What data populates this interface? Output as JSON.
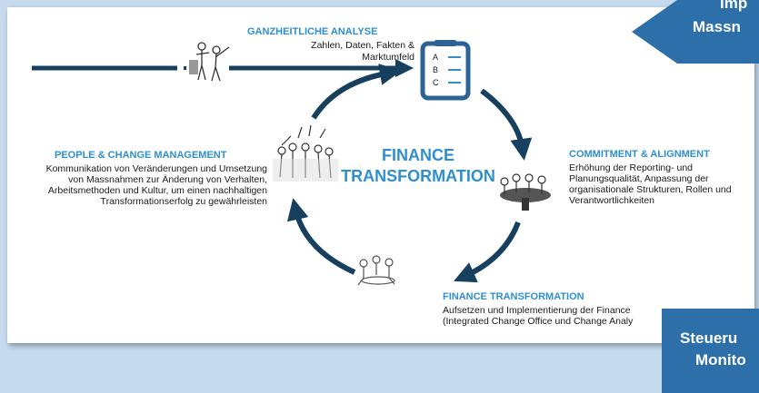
{
  "stages": [
    {
      "title": "GANZHEITLICHE ANALYSE",
      "desc": [
        "Zahlen, Daten, Fakten &",
        "Marktumfeld"
      ]
    },
    {
      "title": "COMMITMENT & ALIGNMENT",
      "desc": [
        "Erhöhung der Reporting- und",
        "Planungsqualität, Anpassung der",
        "organisationale Strukturen, Rollen und",
        "Verantwortlichkeiten"
      ]
    },
    {
      "title": "FINANCE TRANSFORMATION",
      "desc": [
        "Aufsetzen und Implementierung der Finance",
        "(Integrated Change Office und Change Analy"
      ]
    },
    {
      "title": "PEOPLE & CHANGE MANAGEMENT",
      "desc": [
        "Kommunikation von Veränderungen und Umsetzung",
        "von Massnahmen zur Änderung von Verhalten,",
        "Arbeitsmethoden und Kultur, um einen nachhaltigen",
        "Transformationserfolg zu gewährleisten"
      ]
    }
  ],
  "center": {
    "line1": "FINANCE",
    "line2": "TRANSFORMATION"
  },
  "checklist": {
    "items": [
      "A",
      "B",
      "C"
    ]
  },
  "callouts": {
    "top": [
      "Imp",
      "Massn"
    ],
    "bottom": [
      "Steueru",
      "Monito"
    ]
  },
  "colors": {
    "accent": "#2f8fce",
    "arrow": "#17405f",
    "callout": "#2c6fa9",
    "background": "#c6dcee"
  },
  "icons": [
    "people-pointing-icon",
    "checklist-icon",
    "team-meeting-icon",
    "group-discussion-icon",
    "high-five-team-icon"
  ]
}
